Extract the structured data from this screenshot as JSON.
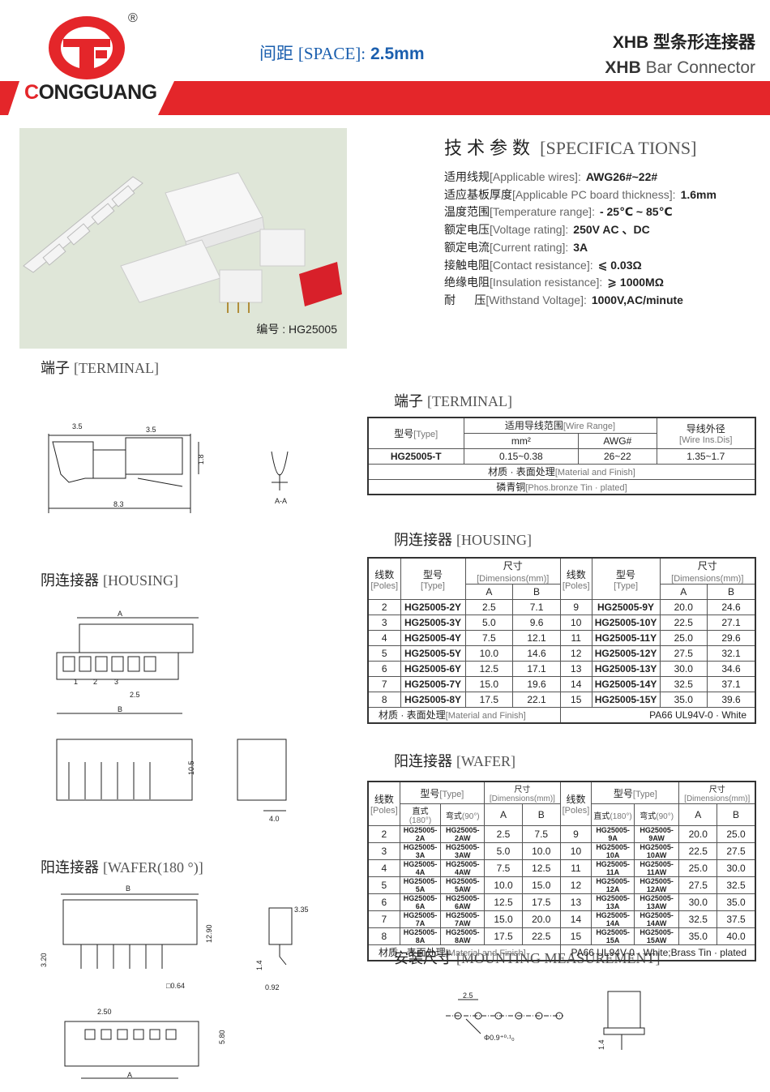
{
  "header": {
    "brand": "ONGGUANG",
    "registered": "®",
    "space_cn": "间距",
    "space_en": "[SPACE]:",
    "space_value": "2.5mm",
    "title_cn": "XHB 型条形连接器",
    "title_en_bold": "XHB",
    "title_en": "Bar Connector",
    "colors": {
      "red": "#e4262a",
      "blue": "#1b5fae"
    }
  },
  "photo": {
    "code": "编号 : HG25005"
  },
  "specs": {
    "heading_cn": "技术参数",
    "heading_en": "[SPECIFICA TIONS]",
    "rows": [
      {
        "cn": "适用线规",
        "en": "[Applicable wires]:",
        "value": "AWG26#~22#"
      },
      {
        "cn": "适应基板厚度",
        "en": "[Applicable PC board thickness]:",
        "value": "1.6mm"
      },
      {
        "cn": "温度范围",
        "en": "[Temperature range]:",
        "value": "- 25℃ ~ 85℃"
      },
      {
        "cn": "额定电压",
        "en": "[Voltage rating]:",
        "value": "250V  AC 、DC"
      },
      {
        "cn": "额定电流",
        "en": "[Current rating]:",
        "value": "3A"
      },
      {
        "cn": "接触电阻",
        "en": "[Contact resistance]:",
        "value": "⩽ 0.03Ω"
      },
      {
        "cn": "绝缘电阻",
        "en": "[Insulation resistance]:",
        "value": "⩾ 1000MΩ"
      },
      {
        "cn": "耐      压",
        "en": "[Withstand Voltage]:",
        "value": "1000V,AC/minute"
      }
    ]
  },
  "sections": {
    "terminal_left": {
      "cn": "端子",
      "en": "[TERMINAL]"
    },
    "terminal_right": {
      "cn": "端子",
      "en": "[TERMINAL]"
    },
    "housing_left": {
      "cn": "阴连接器",
      "en": "[HOUSING]"
    },
    "housing_right": {
      "cn": "阴连接器",
      "en": "[HOUSING]"
    },
    "wafer_left": {
      "cn": "阳连接器",
      "en": "[WAFER(180 °)]"
    },
    "wafer_right": {
      "cn": "阳连接器",
      "en": "[WAFER]"
    },
    "mounting": {
      "cn": "安装尺寸",
      "en": "[MOUNTING MEASUREMENT]"
    }
  },
  "terminal_table": {
    "h_type_cn": "型号",
    "h_type_en": "[Type]",
    "h_range_cn": "适用导线范围",
    "h_range_en": "[Wire Range]",
    "h_dis_cn": "导线外径",
    "h_dis_en": "[Wire Ins.Dis]",
    "h_mm": "mm²",
    "h_awg": "AWG#",
    "row": {
      "type": "HG25005-T",
      "mm": "0.15~0.38",
      "awg": "26~22",
      "dis": "1.35~1.7"
    },
    "mat_cn": "材质 · 表面处理",
    "mat_en": "[Material and Finish]",
    "finish_cn": "磷青铜",
    "finish_en": "[Phos.bronze Tin · plated]"
  },
  "housing_table": {
    "h_poles_cn": "线数",
    "h_poles_en": "[Poles]",
    "h_type_cn": "型号",
    "h_type_en": "[Type]",
    "h_dim_cn": "尺寸",
    "h_dim_en": "[Dimensions(mm)]",
    "h_a": "A",
    "h_b": "B",
    "rows": [
      [
        "2",
        "HG25005-2Y",
        "2.5",
        "7.1",
        "9",
        "HG25005-9Y",
        "20.0",
        "24.6"
      ],
      [
        "3",
        "HG25005-3Y",
        "5.0",
        "9.6",
        "10",
        "HG25005-10Y",
        "22.5",
        "27.1"
      ],
      [
        "4",
        "HG25005-4Y",
        "7.5",
        "12.1",
        "11",
        "HG25005-11Y",
        "25.0",
        "29.6"
      ],
      [
        "5",
        "HG25005-5Y",
        "10.0",
        "14.6",
        "12",
        "HG25005-12Y",
        "27.5",
        "32.1"
      ],
      [
        "6",
        "HG25005-6Y",
        "12.5",
        "17.1",
        "13",
        "HG25005-13Y",
        "30.0",
        "34.6"
      ],
      [
        "7",
        "HG25005-7Y",
        "15.0",
        "19.6",
        "14",
        "HG25005-14Y",
        "32.5",
        "37.1"
      ],
      [
        "8",
        "HG25005-8Y",
        "17.5",
        "22.1",
        "15",
        "HG25005-15Y",
        "35.0",
        "39.6"
      ]
    ],
    "mat_cn": "材质 · 表面处理",
    "mat_en": "[Material and Finish]",
    "finish": "PA66 UL94V-0 · White"
  },
  "wafer_table": {
    "h_poles_cn": "线数",
    "h_poles_en": "[Poles]",
    "h_type_cn": "型号",
    "h_type_en": "[Type]",
    "h_dim_cn": "尺寸",
    "h_dim_en": "[Dimensions(mm)]",
    "h_straight_cn": "直式",
    "h_straight_en": "(180°)",
    "h_bent_cn": "弯式",
    "h_bent_en": "(90°)",
    "h_a": "A",
    "h_b": "B",
    "rows": [
      [
        "2",
        "HG25005-2A",
        "HG25005-2AW",
        "2.5",
        "7.5",
        "9",
        "HG25005-9A",
        "HG25005-9AW",
        "20.0",
        "25.0"
      ],
      [
        "3",
        "HG25005-3A",
        "HG25005-3AW",
        "5.0",
        "10.0",
        "10",
        "HG25005-10A",
        "HG25005-10AW",
        "22.5",
        "27.5"
      ],
      [
        "4",
        "HG25005-4A",
        "HG25005-4AW",
        "7.5",
        "12.5",
        "11",
        "HG25005-11A",
        "HG25005-11AW",
        "25.0",
        "30.0"
      ],
      [
        "5",
        "HG25005-5A",
        "HG25005-5AW",
        "10.0",
        "15.0",
        "12",
        "HG25005-12A",
        "HG25005-12AW",
        "27.5",
        "32.5"
      ],
      [
        "6",
        "HG25005-6A",
        "HG25005-6AW",
        "12.5",
        "17.5",
        "13",
        "HG25005-13A",
        "HG25005-13AW",
        "30.0",
        "35.0"
      ],
      [
        "7",
        "HG25005-7A",
        "HG25005-7AW",
        "15.0",
        "20.0",
        "14",
        "HG25005-14A",
        "HG25005-14AW",
        "32.5",
        "37.5"
      ],
      [
        "8",
        "HG25005-8A",
        "HG25005-8AW",
        "17.5",
        "22.5",
        "15",
        "HG25005-15A",
        "HG25005-15AW",
        "35.0",
        "40.0"
      ]
    ],
    "mat_cn": "材质 · 表面处理",
    "mat_en": "[Material and Finish]",
    "finish": "PA66 UL94V-0 · White;Brass Tin · plated"
  },
  "dims": {
    "t1": "3.5",
    "t2": "3.5",
    "t3": "1.8",
    "t4": "8.3",
    "aa": "A-A",
    "hA": "A",
    "hB": "B",
    "h25": "2.5",
    "p1": "1",
    "p2": "2",
    "p3": "3",
    "h105": "10.5",
    "h40": "4.0",
    "wB": "B",
    "w1290": "12.90",
    "w320": "3.20",
    "w064": "□0.64",
    "w335": "3.35",
    "w14": "1.4",
    "w092": "0.92",
    "w250": "2.50",
    "w580": "5.80",
    "wA": "A",
    "m25": "2.5",
    "mhole": "Φ0.9⁺⁰·¹₀",
    "m14": "1.4"
  }
}
